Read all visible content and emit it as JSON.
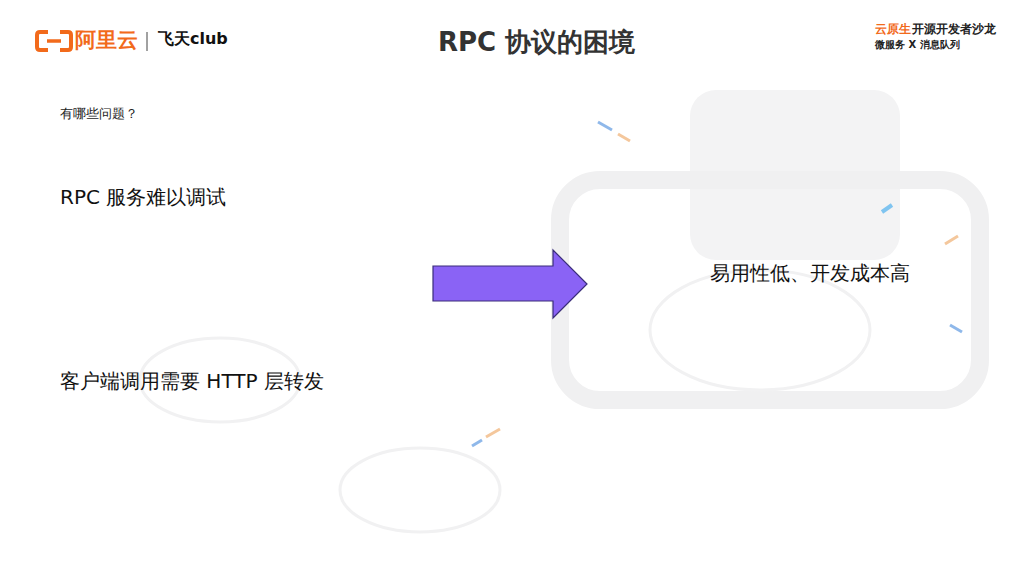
{
  "diagram": {
    "title": "RPC 协议的困境",
    "labels": [
      "阿里云",
      "飞天club",
      "云原生",
      "开源开发者沙龙",
      "微服务 X 消息队列",
      "有哪些问题？",
      "RPC 服务难以调试",
      "客户端调用需要 HTTP 层转发",
      "易用性低、开发成本高"
    ]
  }
}
